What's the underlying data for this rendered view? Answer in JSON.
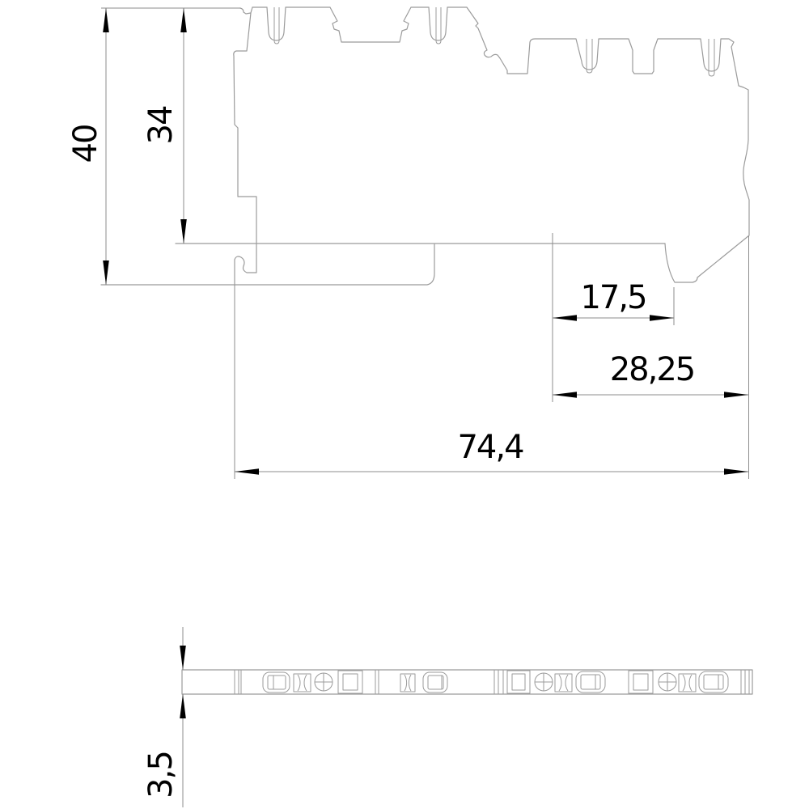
{
  "drawing": {
    "type": "technical-dimension-drawing",
    "views": {
      "side_view": "terminal-block-side-profile",
      "bottom_view": "terminal-block-base-strip"
    },
    "colors": {
      "background": "#ffffff",
      "geometry": "#9b9b9b",
      "dimension": "#8c8c8c",
      "arrow": "#000000",
      "text": "#000000"
    },
    "dimensions": {
      "overall_height": "40",
      "upper_height": "34",
      "foot_offset": "17,5",
      "right_span": "28,25",
      "overall_width": "74,4",
      "base_thickness": "3,5"
    }
  }
}
